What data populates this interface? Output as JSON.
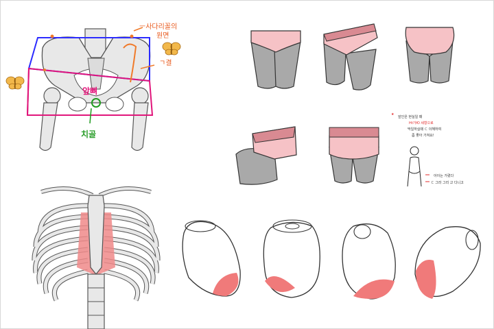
{
  "colors": {
    "bone_fill": "#e8e8e8",
    "bone_stroke": "#555555",
    "skin_pink": "#f6c2c6",
    "skin_pink_dark": "#d98a92",
    "leg_grey": "#a9a9a9",
    "box_blue": "#2b2bff",
    "box_magenta": "#e0157a",
    "annot_orange": "#f07a2a",
    "annot_green": "#1f9a1f",
    "sternum_red": "#f08a8a",
    "butterfly": "#f2b84b"
  },
  "icons": [
    "butterfly-icon",
    "butterfly-icon",
    "stick-figure-icon"
  ],
  "pelvis": {
    "label_hip_top": "ㅡ사다리꼴의",
    "label_hip_top2": "원면",
    "label_side": "ㄱ결",
    "label_pubis": "앞뼈",
    "label_coccyx": "치골"
  },
  "notes": {
    "line1": "앞인은 현실일 때",
    "line2": "Ht가Ю 세형으로",
    "line3": "막일하실때 ㄷ 이해하여",
    "line4": "좀 좋아 가져요!",
    "side1": "아이는 가렸다",
    "side2": "ㄷ 그라 그리 고 다니고"
  }
}
